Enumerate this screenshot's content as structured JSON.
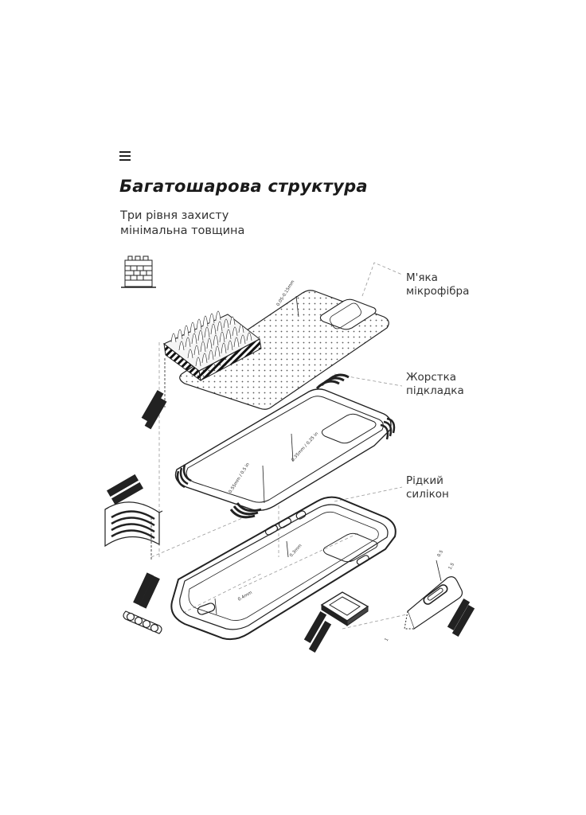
{
  "header": {
    "title": "Багатошарова структура",
    "subtitle_line1": "Три рівня захисту",
    "subtitle_line2": "мінімальна товщина"
  },
  "layers": [
    {
      "label_line1": "М'яка",
      "label_line2": "мікрофібра"
    },
    {
      "label_line1": "Жорстка",
      "label_line2": "підкладка"
    },
    {
      "label_line1": "Рідкий",
      "label_line2": "силікон"
    }
  ],
  "dimensions": {
    "microfiber_thickness": "0.05-0.15mm",
    "liner_thickness_1": "0.35mm / 0.25 in",
    "liner_thickness_2": "0.55mm / 0.5 in",
    "frame_thickness": "0.3mm",
    "frame_width": "0.4mm",
    "button_depth_1": "0.5",
    "button_depth_2": "1.5",
    "button_depth_3": "1"
  },
  "icons": [
    "menu-icon",
    "tower-icon"
  ],
  "colors": {
    "line": "#222222",
    "dashed": "#888888",
    "background": "#ffffff"
  }
}
